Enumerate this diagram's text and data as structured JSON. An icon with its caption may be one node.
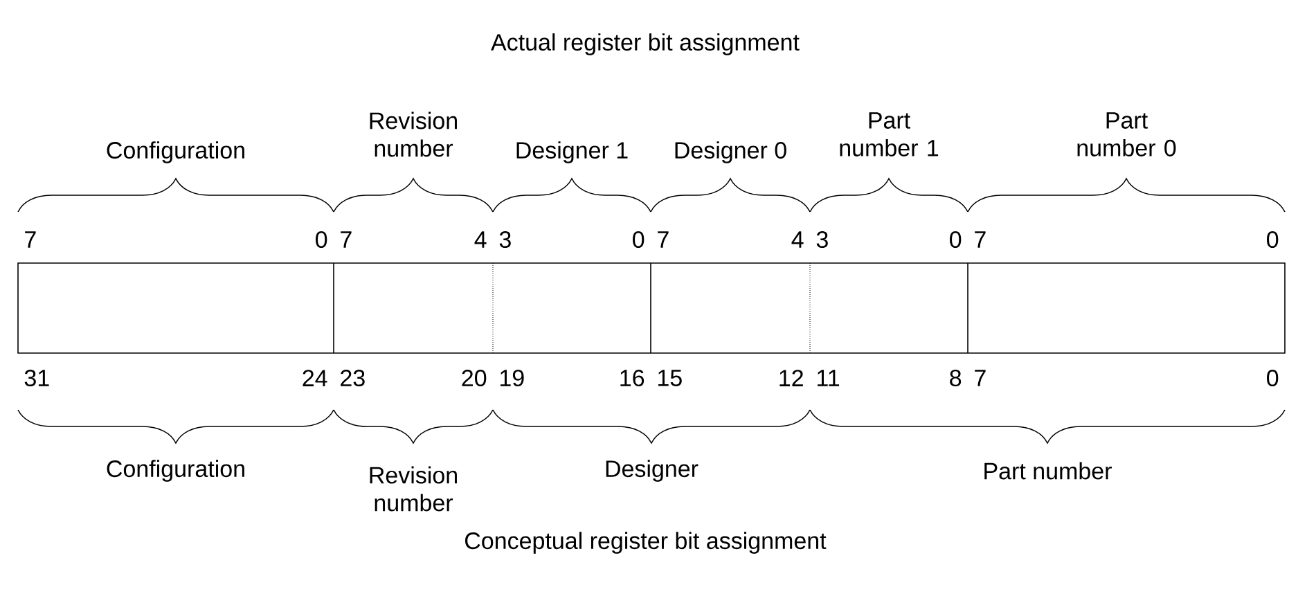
{
  "diagram": {
    "title": "Actual register bit assignment",
    "caption": "Conceptual register bit assignment",
    "labels": [
      "Configuration",
      "Revision number",
      "Designer 1",
      "Designer 0",
      "Part number 1",
      "Part number 0",
      "7",
      "0",
      "7",
      "4",
      "3",
      "0",
      "7",
      "4",
      "3",
      "0",
      "7",
      "0",
      "31",
      "24",
      "23",
      "20",
      "19",
      "16",
      "15",
      "12",
      "11",
      "8",
      "7",
      "0",
      "Configuration",
      "Revision number",
      "Designer",
      "Part number"
    ]
  }
}
